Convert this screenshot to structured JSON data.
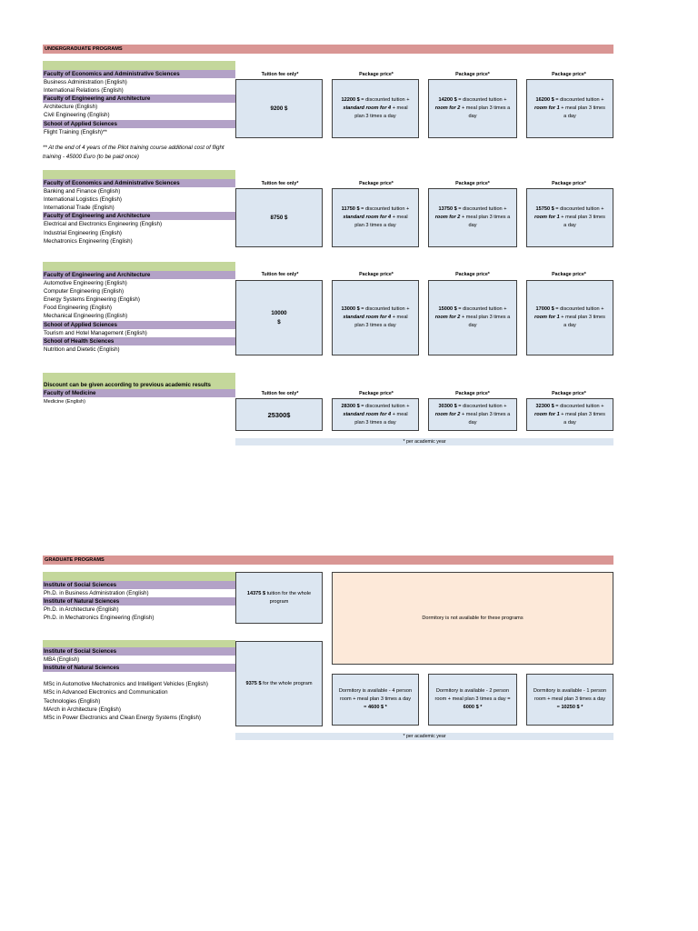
{
  "undergrad": {
    "title": "UNDERGRADUATE PROGRAMS",
    "col_headers": [
      "Tuition fee only*",
      "Package price*",
      "Package price*",
      "Package price*"
    ],
    "block1": {
      "items": [
        {
          "text": "Faculty of Economics and Administrative Sciences",
          "header": true
        },
        {
          "text": "Business Administration (English)",
          "header": false
        },
        {
          "text": "International Relations (English)",
          "header": false
        },
        {
          "text": "Faculty of Engineering and Architecture",
          "header": true
        },
        {
          "text": "Architecture (English)",
          "header": false
        },
        {
          "text": "Civil Engineering (English)",
          "header": false
        },
        {
          "text": "School of Applied Sciences",
          "header": true
        },
        {
          "text": "Flight Training (English)**",
          "header": false
        }
      ],
      "note": "** At the end of 4 years of the Pilot training course additional cost of flight training - 45000 Euro (to be paid once)",
      "fee": "9200 $",
      "p1": {
        "price": "12200 $",
        "pre": " = discounted tuition + ",
        "room": "standard room for 4",
        "post": " + meal plan 3 times a day"
      },
      "p2": {
        "price": "14200 $",
        "pre": " = discounted tuition + ",
        "room": "room for 2",
        "post": " + meal plan 3 times a day"
      },
      "p3": {
        "price": "16200 $",
        "pre": " = discounted tuition + ",
        "room": "room for 1",
        "post": " + meal plan 3 times a day"
      }
    },
    "block2": {
      "items": [
        {
          "text": "Faculty of Economics and Administrative Sciences",
          "header": true
        },
        {
          "text": "Banking and Finance (English)",
          "header": false
        },
        {
          "text": "International Logistics (English)",
          "header": false
        },
        {
          "text": "International Trade (English)",
          "header": false
        },
        {
          "text": "Faculty of Engineering and Architecture",
          "header": true
        },
        {
          "text": "Electrical and Electronics Engineering (English)",
          "header": false
        },
        {
          "text": "Industrial Engineering (English)",
          "header": false
        },
        {
          "text": "Mechatronics Engineering (English)",
          "header": false
        }
      ],
      "fee": "8750 $",
      "p1": {
        "price": "11750 $",
        "pre": " = discounted tuition + ",
        "room": "standard room for 4",
        "post": " + meal plan 3 times a day"
      },
      "p2": {
        "price": "13750 $",
        "pre": " = discounted tuition + ",
        "room": "room for 2",
        "post": " + meal plan 3 times a day"
      },
      "p3": {
        "price": "15750 $",
        "pre": " = discounted tuition + ",
        "room": "room for 1",
        "post": " + meal plan 3 times a day"
      }
    },
    "block3": {
      "items": [
        {
          "text": "Faculty of Engineering and Architecture",
          "header": true
        },
        {
          "text": "Automotive Engineering (English)",
          "header": false
        },
        {
          "text": "Computer Engineering (English)",
          "header": false
        },
        {
          "text": "Energy Systems Engineering (English)",
          "header": false
        },
        {
          "text": "Food Engineering (English)",
          "header": false
        },
        {
          "text": "Mechanical Engineering (English)",
          "header": false
        },
        {
          "text": "School of Applied Sciences",
          "header": true
        },
        {
          "text": "Tourism and Hotel Management (English)",
          "header": false
        },
        {
          "text": "School of Health Sciences",
          "header": true
        },
        {
          "text": "Nutrition and Dietetic (English)",
          "header": false
        }
      ],
      "fee_line1": "10000",
      "fee_line2": "$",
      "p1": {
        "price": "13000 $",
        "pre": " = discounted tuition + ",
        "room": "standard room for 4",
        "post": " + meal plan 3 times a day"
      },
      "p2": {
        "price": "15000 $",
        "pre": " = discounted tuition + ",
        "room": "room for 2",
        "post": " + meal plan 3 times a day"
      },
      "p3": {
        "price": "17000 $",
        "pre": " = discounted tuition + ",
        "room": "room for 1",
        "post": " + meal plan 3 times a day"
      }
    },
    "block4": {
      "discount_note": "Discount can be given according to previous academic results",
      "faculty": "Faculty of Medicine",
      "program": "Medicine (English)",
      "fee": "25300$",
      "p1": {
        "price": "28300 $",
        "pre": " = discounted tuition + ",
        "room": "standard room for 4",
        "post": " + meal plan 3 times a day"
      },
      "p2": {
        "price": "30300 $",
        "pre": " = discounted tuition + ",
        "room": "room for 2",
        "post": " + meal plan 3 times a day"
      },
      "p3": {
        "price": "32300 $",
        "pre": " = discounted tuition + ",
        "room": "room for 1",
        "post": " + meal plan 3 times a day"
      }
    },
    "footnote": "* per academic year"
  },
  "graduate": {
    "title": "GRADUATE PROGRAMS",
    "block1": {
      "items": [
        {
          "text": "Institute of Social Sciences",
          "header": true
        },
        {
          "text": "Ph.D. in Business Administration (English)",
          "header": false
        },
        {
          "text": "Institute of Natural Sciences",
          "header": true
        },
        {
          "text": "Ph.D. in Architecture (English)",
          "header": false
        },
        {
          "text": "Ph.D. in Mechatronics Engineering (English)",
          "header": false
        }
      ],
      "fee_amount": "14375 $",
      "fee_rest": " tuition for the whole program",
      "dorm_na": "Dormitory is not available for these programs"
    },
    "block2": {
      "items": [
        {
          "text": "Institute of Social Sciences",
          "header": true
        },
        {
          "text": "MBA (English)",
          "header": false
        },
        {
          "text": "Institute of Natural Sciences",
          "header": true
        },
        {
          "text": "",
          "header": false
        },
        {
          "text": "MSc in Automotive Mechatronics and Intelligent Vehicles (English)",
          "header": false
        },
        {
          "text": "MSc in Advanced Electronics and Communication",
          "header": false
        },
        {
          "text": " Technologies (English)",
          "header": false
        },
        {
          "text": "MArch in Architecture (English)",
          "header": false
        },
        {
          "text": "MSc in Power Electronics and Clean Energy Systems (English)",
          "header": false
        }
      ],
      "fee_amount": "9375 $",
      "fee_rest": " for the whole program",
      "d1": {
        "text": "Dormitory is available - 4 person room + meal plan 3 times a day = ",
        "price": "4600 $ *"
      },
      "d2": {
        "text": "Dormitory is available - 2 person room + meal plan 3 times a day = ",
        "price": "6000 $ *"
      },
      "d3": {
        "text": "Dormitory is available - 1 person room + meal plan 3 times a day = ",
        "price": "10250 $ *"
      }
    },
    "footnote": "* per academic year"
  }
}
